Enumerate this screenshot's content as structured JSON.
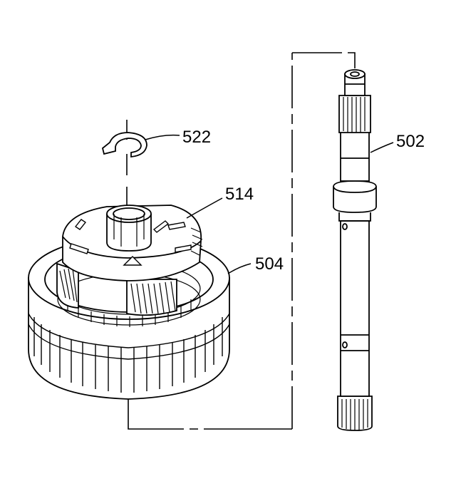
{
  "callouts": {
    "snap_ring": "522",
    "carrier": "514",
    "housing": "504",
    "shaft": "502"
  },
  "colors": {
    "line": "#000000",
    "fill": "#ffffff"
  }
}
